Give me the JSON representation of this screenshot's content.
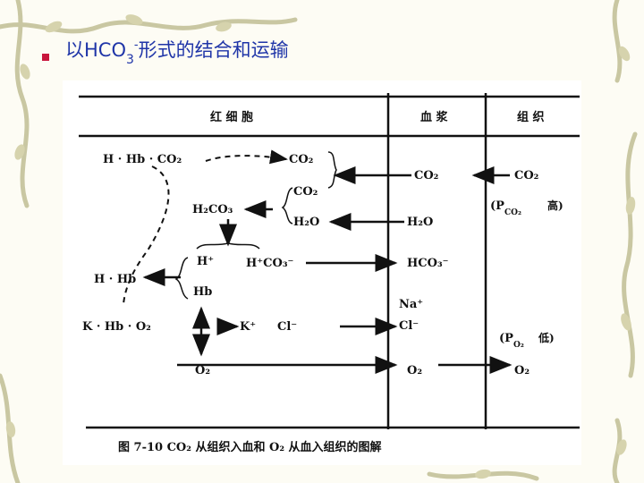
{
  "slide": {
    "title_pre": "以HCO",
    "title_sub": "3",
    "title_sup": "-",
    "title_post": "形式的结合和运输"
  },
  "figure": {
    "columns": {
      "red_cell": "红 细 胞",
      "plasma": "血 浆",
      "tissue": "组 织"
    },
    "labels": {
      "h_hb_co2": "H · Hb · CO₂",
      "co2_top": "CO₂",
      "co2_cell": "CO₂",
      "h2co3": "H₂CO₃",
      "h2o_cell": "H₂O",
      "h_plus": "H⁺",
      "h_hco3": "H⁺CO₃⁻",
      "h_hb": "H · Hb",
      "hb": "Hb",
      "k_hb_o2": "K · Hb · O₂",
      "k_plus": "K⁺",
      "cl_cell": "Cl⁻",
      "o2_cell": "O₂",
      "co2_plasma": "CO₂",
      "h2o_plasma": "H₂O",
      "hco3_plasma": "HCO₃⁻",
      "na_plus": "Na⁺",
      "cl_plasma": "Cl⁻",
      "o2_plasma": "O₂",
      "co2_tissue": "CO₂",
      "pco2_high": "(P",
      "pco2_high_sub": "CO₂",
      "pco2_high_word": "高)",
      "po2_low": "(P",
      "po2_low_sub": "O₂",
      "po2_low_word": "低)",
      "o2_tissue": "O₂"
    },
    "caption": "图  7-10   CO₂ 从组织入血和 O₂ 从血入组织的图解"
  }
}
